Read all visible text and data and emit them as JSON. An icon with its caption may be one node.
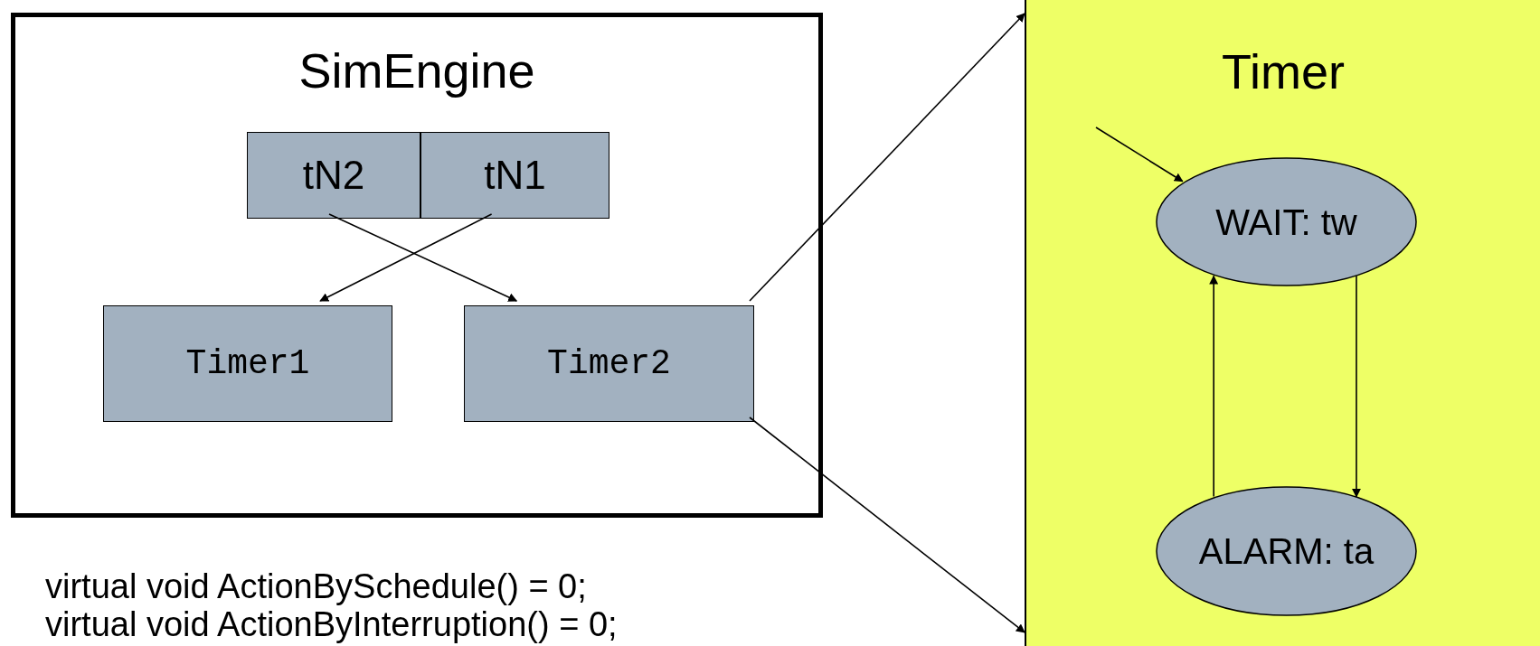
{
  "diagram": {
    "nodes": [
      {
        "text": [
          "SimEngine"
        ]
      },
      {
        "text": [
          "tN2"
        ],
        "in": 0
      },
      {
        "text": [
          "tN1"
        ],
        "in": 0
      },
      {
        "text": [
          "Timer1"
        ],
        "in": 0
      },
      {
        "text": [
          "Timer2"
        ],
        "in": 0
      },
      {
        "text": [
          "Timer"
        ]
      },
      {
        "text": [
          "WAIT: tw"
        ],
        "in": 5
      },
      {
        "text": [
          "ALARM: ta"
        ],
        "in": 5
      }
    ],
    "edges": [
      {
        "from": 1,
        "to": 4,
        "arrow": "to"
      },
      {
        "from": 2,
        "to": 3,
        "arrow": "to"
      },
      {
        "from": 4,
        "to": 5,
        "arrow": "to"
      },
      {
        "from": 4,
        "to": 5,
        "arrow": "to"
      },
      {
        "from": null,
        "to": 6,
        "arrow": "to"
      },
      {
        "from": 7,
        "to": 6,
        "arrow": "to"
      },
      {
        "from": 6,
        "to": 7,
        "arrow": "to"
      }
    ],
    "labels": [
      "virtual void ActionBySchedule() = 0;",
      "virtual void ActionByInterruption() = 0;"
    ]
  }
}
